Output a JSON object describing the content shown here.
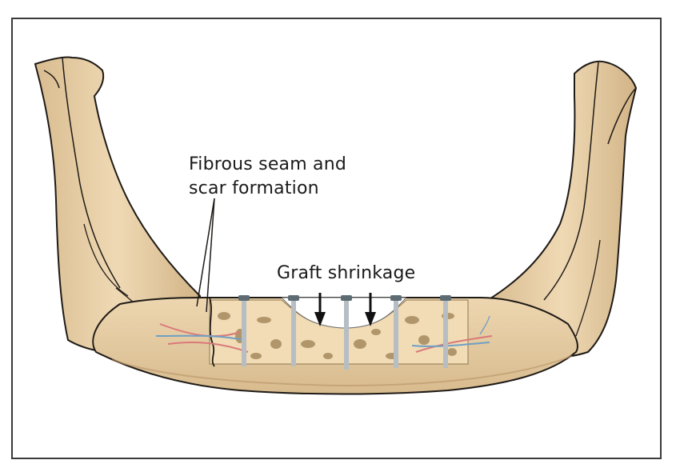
{
  "figure": {
    "subject": "mandible with bone graft fixed by screws",
    "labels": {
      "fibrous_line1": "Fibrous seam and",
      "fibrous_line2": "scar formation",
      "graft": "Graft shrinkage"
    },
    "screw_count": 5,
    "arrow_count": 2,
    "colors": {
      "bone": "#e8cfa6",
      "bone_shadow": "#c9a97a",
      "bone_outline": "#1e1a16",
      "marrow": "#f1dcb6",
      "trabecula": "#a88a5e",
      "screw_head": "#5d6b72",
      "screw_thread": "#b6bec3",
      "artery": "#d97a7a",
      "vein": "#6f9fc4",
      "frame": "#3a3a3a",
      "text": "#1a1a1a"
    }
  }
}
